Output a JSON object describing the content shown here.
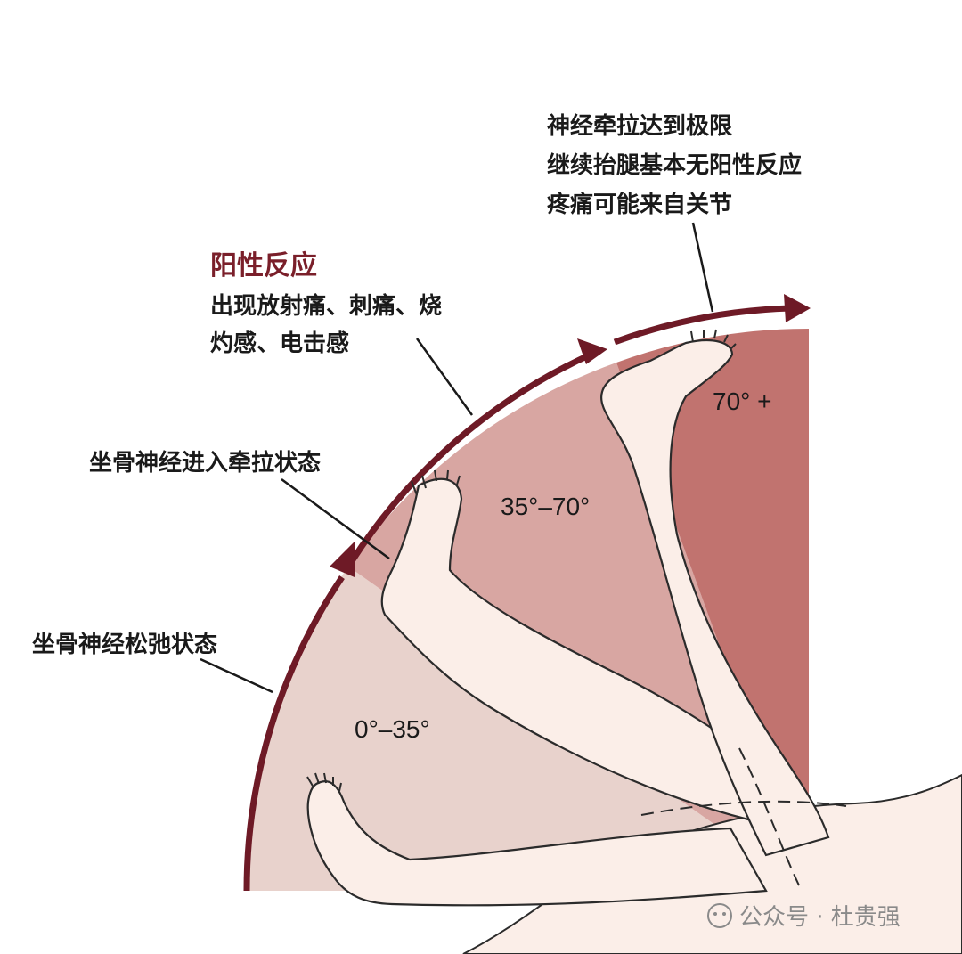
{
  "zones": [
    {
      "range": "0°–35°",
      "color": "#e8d2cc"
    },
    {
      "range": "35°–70°",
      "color": "#d8a6a2"
    },
    {
      "range": "70° +",
      "color": "#c1736f"
    }
  ],
  "annotations": {
    "relaxed": "坐骨神经松弛状态",
    "traction": "坐骨神经进入牵拉状态",
    "positive_title": "阳性反应",
    "positive_lines": [
      "出现放射痛、刺痛、烧",
      "灼感、电击感"
    ],
    "limit_lines": [
      "神经牵拉达到极限",
      "继续抬腿基本无阳性反应",
      "疼痛可能来自关节"
    ]
  },
  "watermark": "公众号 · 杜贵强",
  "colors": {
    "arc": "#6e1a26",
    "title": "#7a1f2a",
    "skin": "#fbeee8",
    "outline": "#2b2b2b"
  }
}
